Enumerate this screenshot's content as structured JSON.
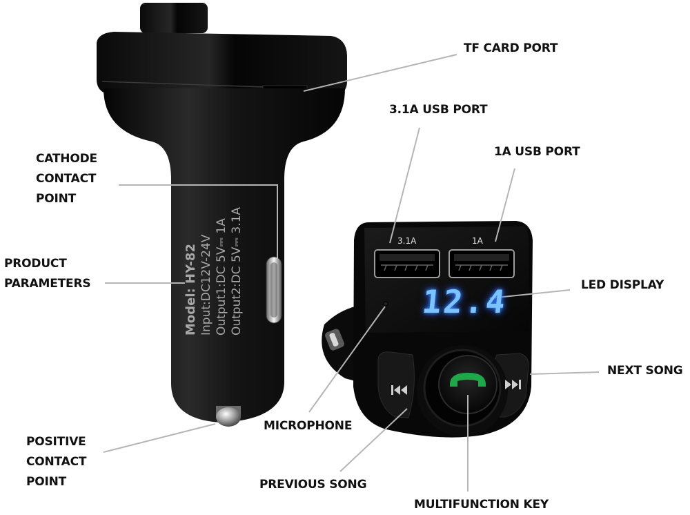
{
  "labels": {
    "tf_card_port": "TF CARD PORT",
    "usb_31a_port": "3.1A USB PORT",
    "usb_1a_port": "1A USB PORT",
    "cathode": [
      "CATHODE",
      "CONTACT",
      "POINT"
    ],
    "product_parameters": [
      "PRODUCT",
      "PARAMETERS"
    ],
    "led_display": "LED DISPLAY",
    "next_song": "NEXT SONG",
    "microphone": "MICROPHONE",
    "positive": [
      "POSITIVE",
      "CONTACT",
      "POINT"
    ],
    "previous_song": "PREVIOUS SONG",
    "multifunction_key": "MULTIFUNCTION KEY"
  },
  "device": {
    "spec_lines": {
      "model": "Model: HY-82",
      "input": "Input:DC12V-24V",
      "output1": "Output1:DC 5V⎓ 1A",
      "output2": "Output2:DC 5V⎓ 3.1A"
    },
    "usb_port_labels": [
      "3.1A",
      "1A"
    ],
    "led_value": "12.4",
    "led_color": "#7cc4ff",
    "call_button_color": "#1fa84a",
    "icons": {
      "previous": "previous-track-icon",
      "next": "next-track-icon",
      "call": "phone-call-icon"
    }
  },
  "colors": {
    "body": "#111111",
    "leader_line": "#b5b5b5",
    "label_text": "#111111"
  }
}
